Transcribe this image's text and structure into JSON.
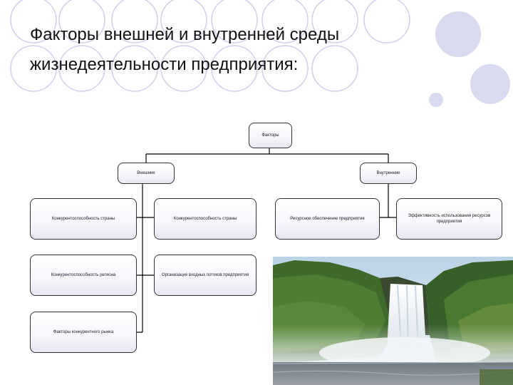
{
  "slide": {
    "title_lines": [
      "Факторы внешней и внутренней среды",
      "жизнедеятельности предприятия:"
    ]
  },
  "diagram": {
    "root": "Факторы",
    "external": {
      "label": "Внешние",
      "children": [
        "Конкурентоспособность страны",
        "Конкурентоспособность региона",
        "Факторы конкурентного рынка"
      ],
      "sub_children": [
        "Конкурентоспособность страны",
        "Организация входных потоков предприятия"
      ]
    },
    "internal": {
      "label": "Внутренние",
      "children": [
        "Ресурсное обеспечение предприятия",
        "Эффективность использования ресурсов предприятия"
      ]
    }
  },
  "colors": {
    "circle_outline": "#cdcde6",
    "box_border": "#333333",
    "connector": "#000000"
  }
}
